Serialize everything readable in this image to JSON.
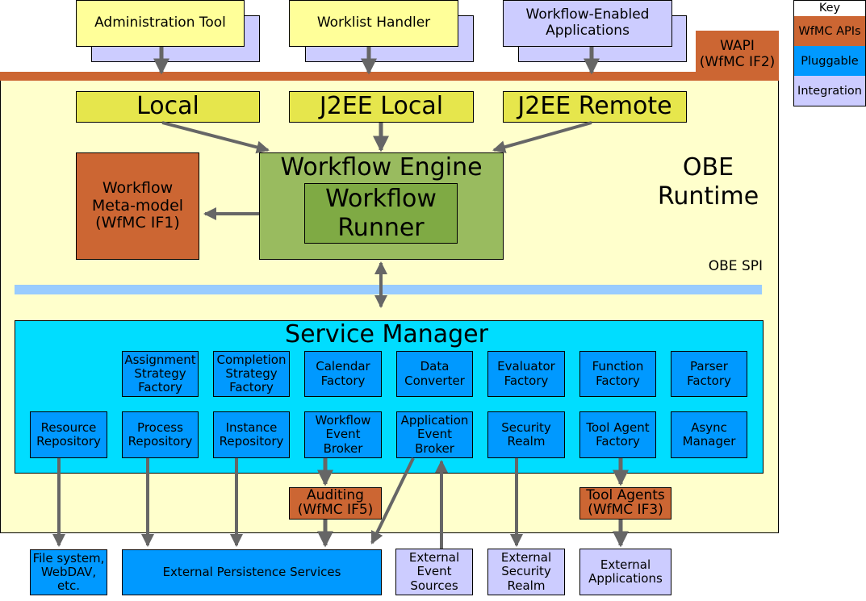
{
  "clients": {
    "admin_tool": "Administration Tool",
    "worklist_handler": "Worklist Handler",
    "workflow_enabled_apps": "Workflow-Enabled\nApplications"
  },
  "wapi": {
    "label": "WAPI\n(WfMC IF2)"
  },
  "key": {
    "title": "Key",
    "items": [
      {
        "label": "WfMC APIs",
        "color": "#cc6633"
      },
      {
        "label": "Pluggable",
        "color": "#0099ff"
      },
      {
        "label": "Integration",
        "color": "#ccccff"
      }
    ]
  },
  "runtime": {
    "title": "OBE\nRuntime",
    "spi_label": "OBE SPI",
    "bindings": [
      "Local",
      "J2EE Local",
      "J2EE Remote"
    ],
    "meta_model": "Workflow\nMeta-model\n(WfMC IF1)",
    "engine": "Workflow Engine",
    "runner": "Workflow\nRunner"
  },
  "service_manager": {
    "title": "Service Manager",
    "row1": [
      "Assignment\nStrategy\nFactory",
      "Completion\nStrategy\nFactory",
      "Calendar\nFactory",
      "Data\nConverter",
      "Evaluator\nFactory",
      "Function\nFactory",
      "Parser\nFactory"
    ],
    "row2": [
      "Resource\nRepository",
      "Process\nRepository",
      "Instance\nRepository",
      "Workflow\nEvent\nBroker",
      "Application\nEvent\nBroker",
      "Security\nRealm",
      "Tool Agent\nFactory",
      "Async\nManager"
    ]
  },
  "interfaces": {
    "auditing": "Auditing\n(WfMC IF5)",
    "tool_agents": "Tool Agents\n(WfMC IF3)"
  },
  "external": {
    "file_system": "File system,\nWebDAV,\netc.",
    "persistence": "External Persistence Services",
    "event_sources": "External\nEvent\nSources",
    "security_realm": "External\nSecurity\nRealm",
    "applications": "External\nApplications"
  },
  "colors": {
    "runtime_bg": "#ffffcc",
    "wapi_bar": "#cc6633",
    "spi_bar": "#99ccff",
    "service_manager_bg": "#00ddff",
    "engine_bg": "#99bb5f",
    "runner_bg": "#7faa44",
    "arrow": "#666666"
  }
}
